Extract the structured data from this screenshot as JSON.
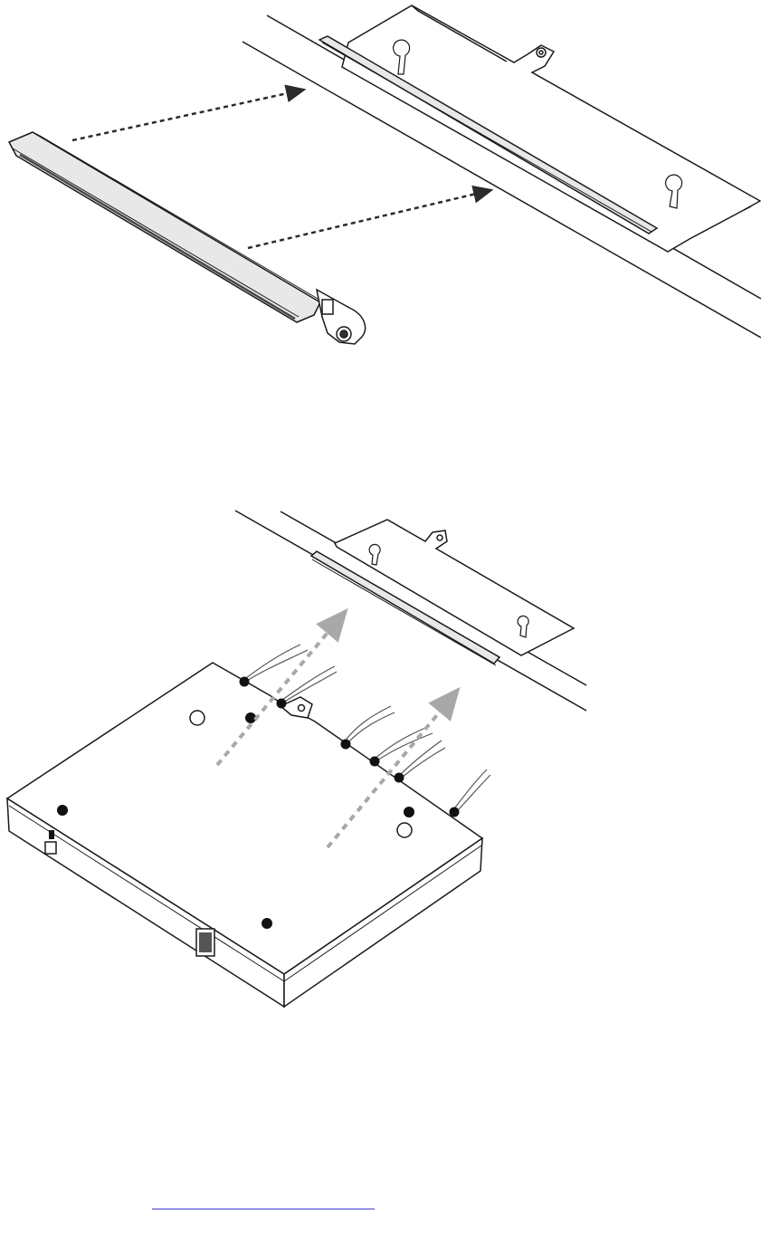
{
  "document": {
    "figures": [
      {
        "id": "fig-1",
        "subject": "bracket-rail-attach"
      },
      {
        "id": "fig-2",
        "subject": "device-slide-onto-bracket"
      }
    ],
    "footnote_separator": true
  },
  "colors": {
    "line": "#1a1a1a",
    "rail_fill": "#e8e8e8",
    "arrow_dark": "#2b2b2b",
    "arrow_gray": "#a8a8a8",
    "grommet": "#111111",
    "footnote_rule": "#3b3bcc"
  }
}
